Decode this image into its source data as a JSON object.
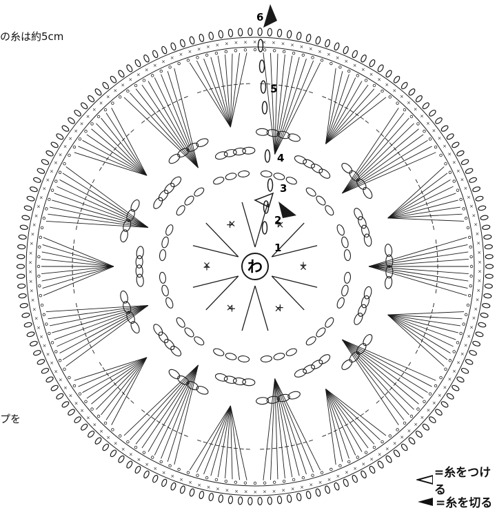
{
  "notes": {
    "top_partial": "の糸は約5cm",
    "left_partial": "プを"
  },
  "center_label": "わ",
  "round_numbers": [
    "1",
    "2",
    "3",
    "4",
    "5",
    "6"
  ],
  "legend": {
    "attach_yarn": "=糸をつける",
    "cut_yarn": "=糸を切る"
  },
  "colors": {
    "line": "#1a1a1a",
    "background": "#ffffff"
  }
}
